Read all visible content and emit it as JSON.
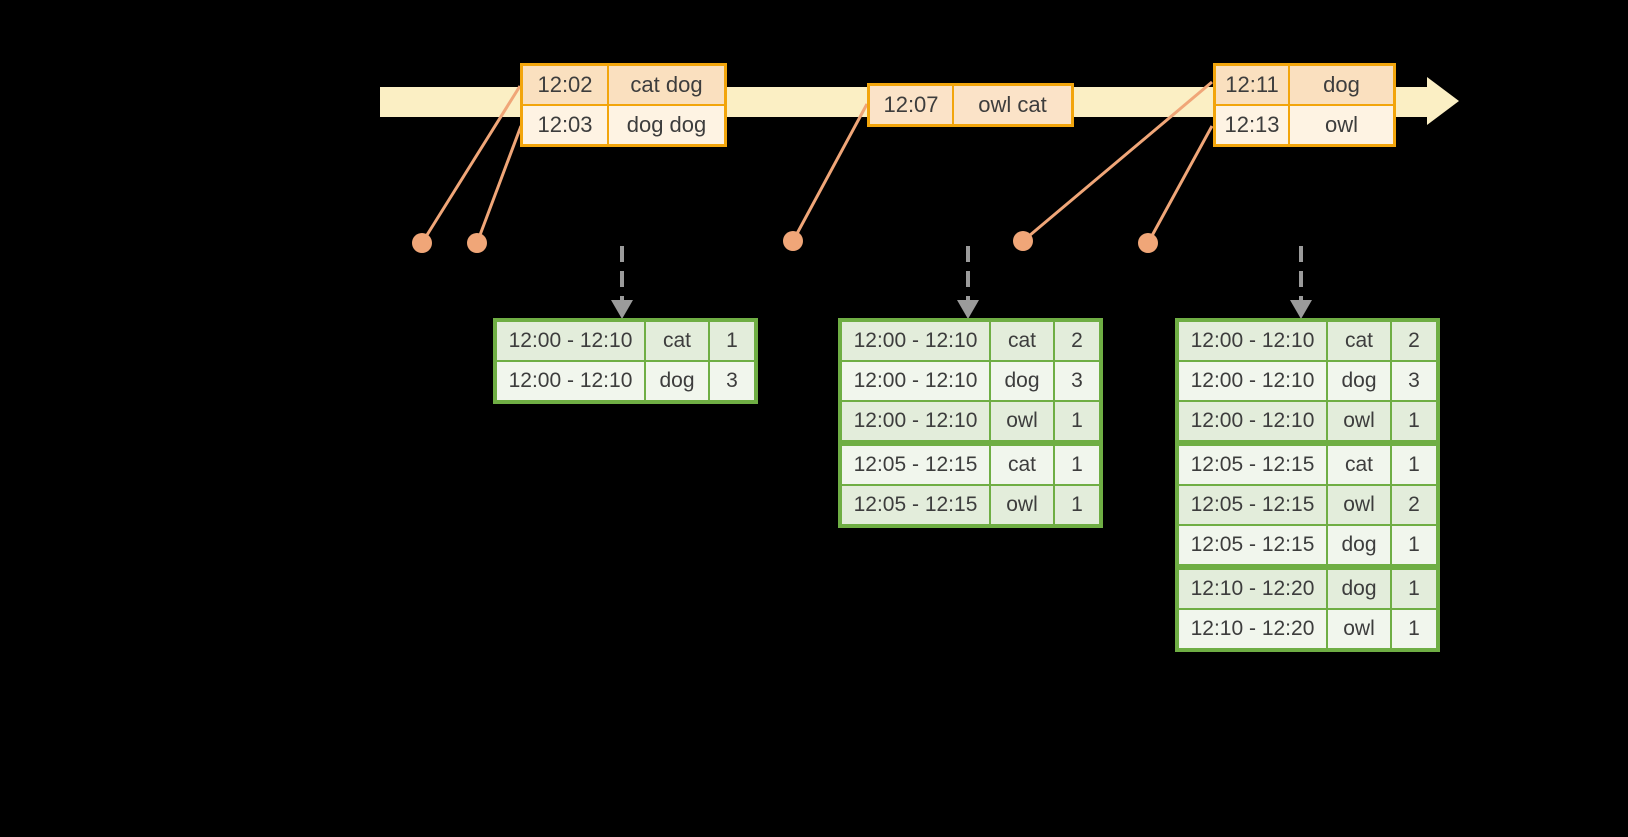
{
  "event_tables": [
    {
      "name": "event-batch-1",
      "rows": [
        [
          "12:02",
          "cat dog"
        ],
        [
          "12:03",
          "dog dog"
        ]
      ]
    },
    {
      "name": "event-batch-2",
      "rows": [
        [
          "12:07",
          "owl cat"
        ]
      ]
    },
    {
      "name": "event-batch-3",
      "rows": [
        [
          "12:11",
          "dog"
        ],
        [
          "12:13",
          "owl"
        ]
      ]
    }
  ],
  "result_tables": [
    {
      "name": "result-table-1",
      "rows": [
        [
          "12:00 - 12:10",
          "cat",
          "1"
        ],
        [
          "12:00 - 12:10",
          "dog",
          "3"
        ]
      ]
    },
    {
      "name": "result-table-2",
      "rows": [
        [
          "12:00 - 12:10",
          "cat",
          "2"
        ],
        [
          "12:00 - 12:10",
          "dog",
          "3"
        ],
        [
          "12:00 - 12:10",
          "owl",
          "1"
        ],
        [
          "12:05 - 12:15",
          "cat",
          "1"
        ],
        [
          "12:05 - 12:15",
          "owl",
          "1"
        ]
      ]
    },
    {
      "name": "result-table-3",
      "rows": [
        [
          "12:00 - 12:10",
          "cat",
          "2"
        ],
        [
          "12:00 - 12:10",
          "dog",
          "3"
        ],
        [
          "12:00 - 12:10",
          "owl",
          "1"
        ],
        [
          "12:05 - 12:15",
          "cat",
          "1"
        ],
        [
          "12:05 - 12:15",
          "owl",
          "2"
        ],
        [
          "12:05 - 12:15",
          "dog",
          "1"
        ],
        [
          "12:10 - 12:20",
          "dog",
          "1"
        ],
        [
          "12:10 - 12:20",
          "owl",
          "1"
        ]
      ]
    }
  ],
  "icons": {
    "timeline_arrow": "right-pointing timeline arrow",
    "event_dot": "event marker dot",
    "trigger_arrow": "dashed down arrow"
  },
  "colors": {
    "bg": "#000000",
    "text": "#3d3d3d",
    "band": "#fbefc4",
    "ob": "#f2a50c",
    "peach-dark": "#fae0bf",
    "peach-light": "#fef3e3",
    "peach-mid": "#fbe3c8",
    "gb": "#6fae44",
    "green-dark": "#e3eddb",
    "green-light": "#f1f6ed",
    "salmon": "#f0a678",
    "gray-arrow": "#9b9b9b"
  }
}
